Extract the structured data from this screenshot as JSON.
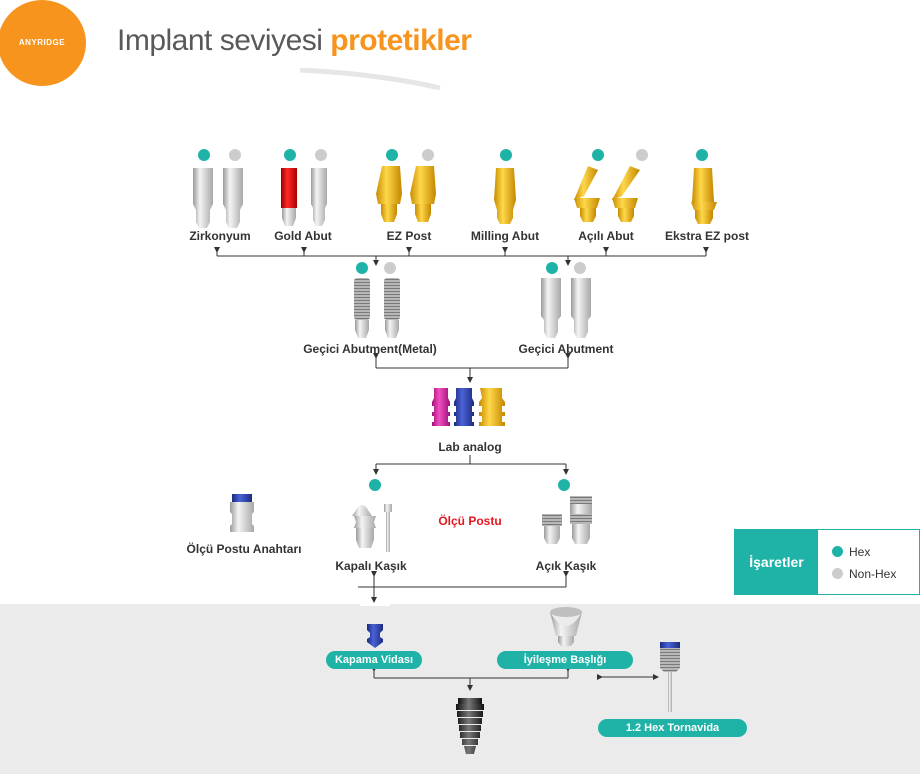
{
  "header": {
    "logo_text": "ANYRIDGE",
    "title_regular": "Implant seviyesi ",
    "title_highlight": "protetikler"
  },
  "colors": {
    "accent_orange": "#f7941d",
    "hex_teal": "#1fb3a8",
    "nonhex_gray": "#cccccc",
    "highlight_red": "#e5161e"
  },
  "abutments": {
    "zirkonyum": "Zirkonyum",
    "gold_abut": "Gold Abut",
    "ez_post": "EZ Post",
    "milling_abut": "Milling Abut",
    "acili_abut": "Açılı Abut",
    "ekstra_ez_post": "Ekstra EZ post"
  },
  "temporary": {
    "metal": "Geçici Abutment(Metal)",
    "plain": "Geçici Abutment"
  },
  "lab_analog": "Lab analog",
  "impression": {
    "post_label": "Ölçü Postu",
    "closed_tray": "Kapalı Kaşık",
    "open_tray": "Açık Kaşık",
    "post_wrench": "Ölçü Postu Anahtarı"
  },
  "bottom": {
    "cover_screw": "Kapama Vidası",
    "healing_cap": "İyileşme Başlığı",
    "screwdriver": "1.2 Hex Tornavida"
  },
  "legend": {
    "title": "İşaretler",
    "hex": "Hex",
    "non_hex": "Non-Hex"
  }
}
